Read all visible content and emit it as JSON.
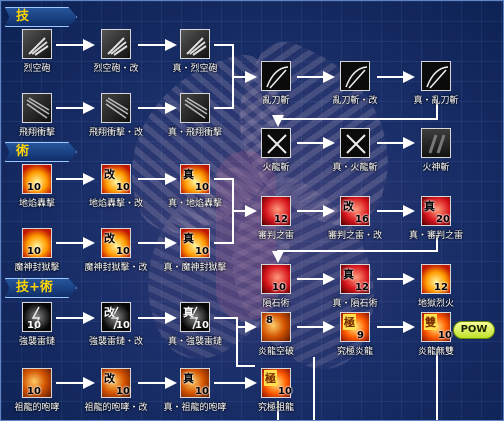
{
  "sections": {
    "ji": "技",
    "shu": "術",
    "jishu": "技+術"
  },
  "pow": "POW",
  "skills": {
    "s1": {
      "name": "烈空砲",
      "lvl": "",
      "badge": ""
    },
    "s2": {
      "name": "烈空砲・改",
      "lvl": "",
      "badge": ""
    },
    "s3": {
      "name": "真・烈空砲",
      "lvl": "",
      "badge": ""
    },
    "s4": {
      "name": "飛翔衝擊",
      "lvl": "",
      "badge": ""
    },
    "s5": {
      "name": "飛翔衝擊・改",
      "lvl": "",
      "badge": ""
    },
    "s6": {
      "name": "真・飛翔衝擊",
      "lvl": "",
      "badge": ""
    },
    "s7": {
      "name": "亂刀斬",
      "lvl": "",
      "badge": ""
    },
    "s8": {
      "name": "亂刀斬・改",
      "lvl": "",
      "badge": ""
    },
    "s9": {
      "name": "真・亂刀斬",
      "lvl": "",
      "badge": ""
    },
    "s10": {
      "name": "火龍斬",
      "lvl": "",
      "badge": ""
    },
    "s11": {
      "name": "真・火龍斬",
      "lvl": "",
      "badge": ""
    },
    "s12": {
      "name": "火神斬",
      "lvl": "",
      "badge": ""
    },
    "s13": {
      "name": "地焰轟擊",
      "lvl": "10",
      "badge": ""
    },
    "s14": {
      "name": "地焰轟擊・改",
      "lvl": "10",
      "badge": "改"
    },
    "s15": {
      "name": "真・地焰轟擊",
      "lvl": "10",
      "badge": "真"
    },
    "s16": {
      "name": "魔神封獄擊",
      "lvl": "10",
      "badge": ""
    },
    "s17": {
      "name": "魔神封獄擊・改",
      "lvl": "10",
      "badge": "改"
    },
    "s18": {
      "name": "真・魔神封獄擊",
      "lvl": "10",
      "badge": "真"
    },
    "s19": {
      "name": "審判之雷",
      "lvl": "12",
      "badge": ""
    },
    "s20": {
      "name": "審判之雷・改",
      "lvl": "16",
      "badge": "改"
    },
    "s21": {
      "name": "真・審判之雷",
      "lvl": "20",
      "badge": "真"
    },
    "s22": {
      "name": "隕石術",
      "lvl": "10",
      "badge": ""
    },
    "s23": {
      "name": "真・隕石術",
      "lvl": "12",
      "badge": "真"
    },
    "s24": {
      "name": "地獄烈火",
      "lvl": "12",
      "badge": ""
    },
    "s25": {
      "name": "強襲雷鏈",
      "lvl": "10",
      "badge": ""
    },
    "s26": {
      "name": "強襲雷鏈・改",
      "lvl": "10",
      "badge": "改"
    },
    "s27": {
      "name": "真・強襲雷鏈",
      "lvl": "10",
      "badge": "真"
    },
    "s28": {
      "name": "炎龍空破",
      "lvl": "8",
      "badge": ""
    },
    "s29": {
      "name": "究極炎龍",
      "lvl": "9",
      "badge": "極"
    },
    "s30": {
      "name": "炎龍無雙",
      "lvl": "10",
      "badge": "雙"
    },
    "s31": {
      "name": "祖龍的咆哮",
      "lvl": "10",
      "badge": ""
    },
    "s32": {
      "name": "祖龍的咆哮・改",
      "lvl": "10",
      "badge": "改"
    },
    "s33": {
      "name": "真・祖龍的咆哮",
      "lvl": "10",
      "badge": "真"
    },
    "s34": {
      "name": "究極祖龍",
      "lvl": "10",
      "badge": "極"
    }
  }
}
